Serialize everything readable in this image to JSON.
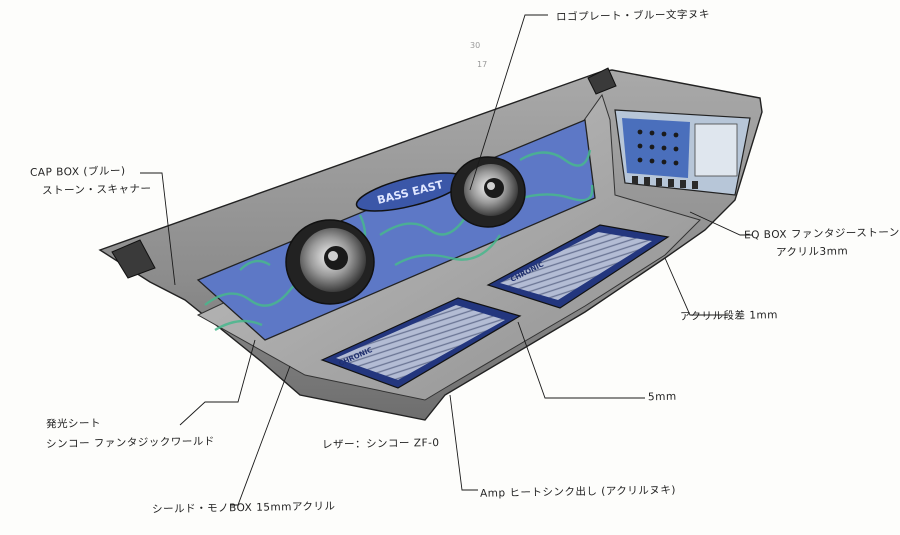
{
  "annotations": {
    "logo_plate": "ロゴプレート・ブルー文字ヌキ",
    "cap_box_line1": "CAP BOX (ブルー)",
    "cap_box_line2": "ストーン・スキャナー",
    "eq_box_line1": "EQ BOX ファンタジーストーン",
    "eq_box_line2": "アクリル3mm",
    "acrylic_step": "アクリル段差 1mm",
    "gap_5mm": "5mm",
    "luminous_sheet_line1": "発光シート",
    "luminous_sheet_line2": "シンコー ファンタジックワールド",
    "leather": "レザー：シンコー ZF-0",
    "amp_heatsink": "Amp ヒートシンク出し (アクリルヌキ)",
    "shield_box": "シールド・モノBOX 15mmアクリル"
  },
  "pencil_marks": {
    "mark_1": "30",
    "mark_2": "17"
  },
  "logo_text": "BASS EAST",
  "amp_brand": "CHRONIC",
  "palette": {
    "shell_grey": "#8d8d8d",
    "shell_dark": "#4a4a4a",
    "acrylic_blue": "#5a76c4",
    "stone_green": "#49b48a",
    "line_ink": "#1a1a1a"
  }
}
